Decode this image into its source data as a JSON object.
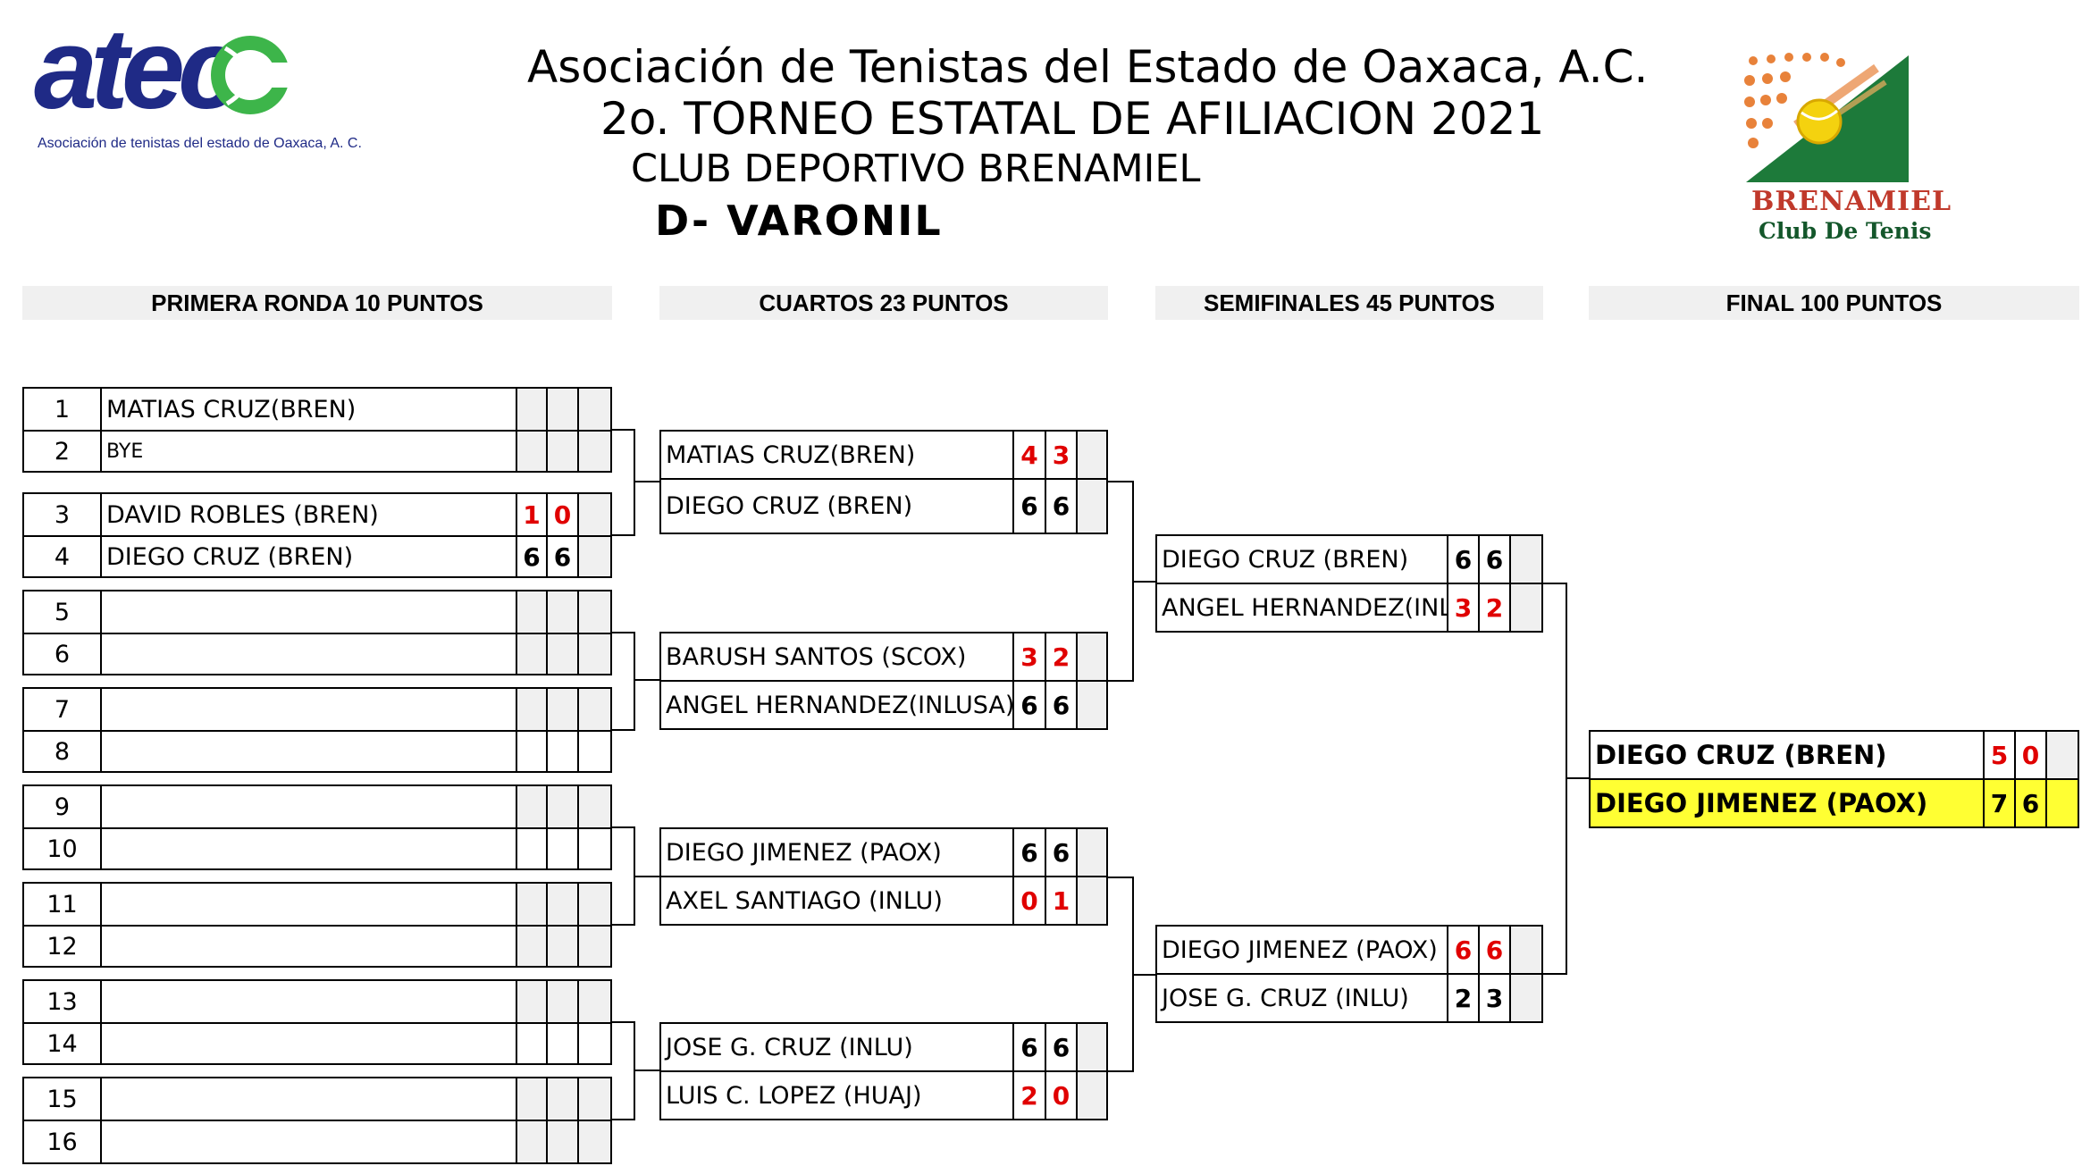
{
  "header": {
    "logo_left": {
      "word": "atec",
      "subtitle": "Asociación de tenistas del estado de Oaxaca, A. C.",
      "icon": "tennis-ball-icon",
      "color": "#1f2a86",
      "accent": "#3db54a"
    },
    "logo_right": {
      "name": "BRENAMIEL",
      "subtitle": "Club De Tenis",
      "icon": "tennis-ball-icon",
      "accent": "#e8823a"
    },
    "line1": "Asociación de Tenistas del Estado de Oaxaca, A.C.",
    "line2": "2o. TORNEO ESTATAL DE AFILIACION 2021",
    "line3": "CLUB DEPORTIVO BRENAMIEL",
    "category": "D-  VARONIL"
  },
  "rounds": {
    "r1": "PRIMERA RONDA 10 PUNTOS",
    "r2": "CUARTOS 23 PUNTOS",
    "r3": "SEMIFINALES 45 PUNTOS",
    "r4": "FINAL 100 PUNTOS"
  },
  "first_round": [
    {
      "seed": "1",
      "name": "MATIAS CRUZ(BREN)",
      "s1": "",
      "s2": ""
    },
    {
      "seed": "2",
      "name": "BYE",
      "s1": "",
      "s2": ""
    },
    {
      "seed": "3",
      "name": "DAVID ROBLES  (BREN)",
      "s1": "1",
      "s2": "0"
    },
    {
      "seed": "4",
      "name": "DIEGO CRUZ (BREN)",
      "s1": "6",
      "s2": "6"
    },
    {
      "seed": "5",
      "name": "",
      "s1": "",
      "s2": ""
    },
    {
      "seed": "6",
      "name": "",
      "s1": "",
      "s2": ""
    },
    {
      "seed": "7",
      "name": "",
      "s1": "",
      "s2": ""
    },
    {
      "seed": "8",
      "name": "",
      "s1": "",
      "s2": ""
    },
    {
      "seed": "9",
      "name": "",
      "s1": "",
      "s2": ""
    },
    {
      "seed": "10",
      "name": "",
      "s1": "",
      "s2": ""
    },
    {
      "seed": "11",
      "name": "",
      "s1": "",
      "s2": ""
    },
    {
      "seed": "12",
      "name": "",
      "s1": "",
      "s2": ""
    },
    {
      "seed": "13",
      "name": "",
      "s1": "",
      "s2": ""
    },
    {
      "seed": "14",
      "name": "",
      "s1": "",
      "s2": ""
    },
    {
      "seed": "15",
      "name": "",
      "s1": "",
      "s2": ""
    },
    {
      "seed": "16",
      "name": "",
      "s1": "",
      "s2": ""
    }
  ],
  "quarters": [
    {
      "name": "MATIAS CRUZ(BREN)",
      "s1": "4",
      "s2": "3"
    },
    {
      "name": "DIEGO CRUZ (BREN)",
      "s1": "6",
      "s2": "6"
    },
    {
      "name": "BARUSH SANTOS (SCOX)",
      "s1": "3",
      "s2": "2"
    },
    {
      "name": "ANGEL HERNANDEZ(INLUSA)",
      "s1": "6",
      "s2": "6"
    },
    {
      "name": "DIEGO JIMENEZ (PAOX)",
      "s1": "6",
      "s2": "6"
    },
    {
      "name": "AXEL SANTIAGO (INLU)",
      "s1": "0",
      "s2": "1"
    },
    {
      "name": "JOSE G. CRUZ (INLU)",
      "s1": "6",
      "s2": "6"
    },
    {
      "name": "LUIS C. LOPEZ (HUAJ)",
      "s1": "2",
      "s2": "0"
    }
  ],
  "semis": [
    {
      "name": "DIEGO CRUZ (BREN)",
      "s1": "6",
      "s2": "6"
    },
    {
      "name": "ANGEL HERNANDEZ(INLUSA)",
      "s1": "3",
      "s2": "2"
    },
    {
      "name": "DIEGO JIMENEZ (PAOX)",
      "s1": "6",
      "s2": "6"
    },
    {
      "name": "JOSE G. CRUZ (INLU)",
      "s1": "2",
      "s2": "3"
    }
  ],
  "final": [
    {
      "name": "DIEGO CRUZ (BREN)",
      "s1": "5",
      "s2": "0"
    },
    {
      "name": "DIEGO JIMENEZ (PAOX)",
      "s1": "7",
      "s2": "6"
    }
  ],
  "colors": {
    "loser_score": "#e00000",
    "winner_highlight": "#ffff33",
    "header_band": "#f0f0f0"
  }
}
